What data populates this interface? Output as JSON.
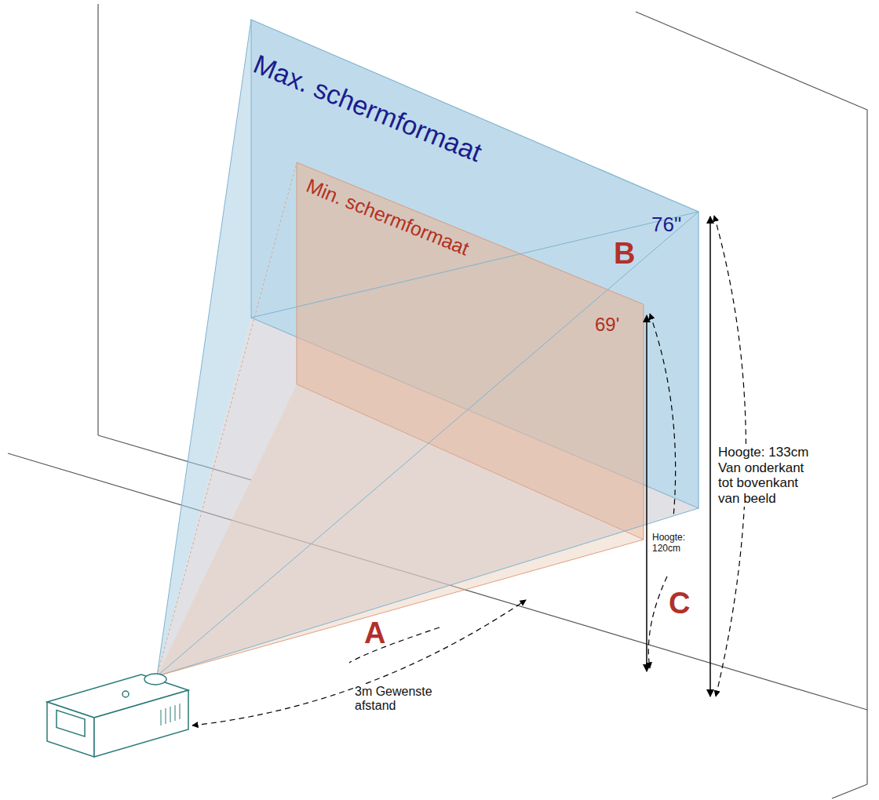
{
  "diagram": {
    "labels": [
      "Max. schermformaat",
      "Min. schermformaat",
      "76\"",
      "69'",
      "B",
      "C",
      "A",
      "3m Gewenste afstand",
      "Hoogte: 120cm",
      "Hoogte: 133cm Van onderkant tot bovenkant van beeld"
    ]
  }
}
